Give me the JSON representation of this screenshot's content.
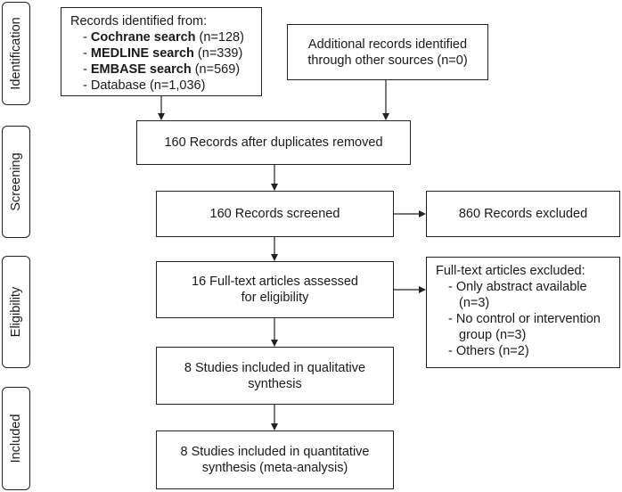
{
  "stages": {
    "identification": "Identification",
    "screening": "Screening",
    "eligibility": "Eligibility",
    "included": "Included"
  },
  "identified": {
    "heading": "Records identified from:",
    "items": [
      {
        "prefix": "- ",
        "bold": "Cochrane search",
        "rest": " (n=128)"
      },
      {
        "prefix": "- ",
        "bold": "MEDLINE search",
        "rest": " (n=339)"
      },
      {
        "prefix": "- ",
        "bold": "EMBASE search",
        "rest": " (n=569)"
      },
      {
        "prefix": "- ",
        "bold": "",
        "rest": "Database (n=1,036)"
      }
    ]
  },
  "additional": {
    "line1": "Additional records identified",
    "line2": "through other sources (n=0)"
  },
  "duplicates": {
    "text": "160 Records after duplicates removed"
  },
  "screened": {
    "text": "160 Records screened"
  },
  "excluded": {
    "text": "860 Records excluded"
  },
  "fulltext": {
    "line1": "16 Full-text articles assessed",
    "line2": "for eligibility"
  },
  "fulltext_excluded": {
    "heading": "Full-text articles excluded:",
    "line1": "- Only abstract available",
    "line2": "(n=3)",
    "line3": "- No control or intervention",
    "line4": "group (n=3)",
    "line5": "- Others (n=2)"
  },
  "qualitative": {
    "line1": "8 Studies included in qualitative",
    "line2": "synthesis"
  },
  "quantitative": {
    "line1": "8 Studies included in quantitative",
    "line2": "synthesis (meta-analysis)"
  }
}
